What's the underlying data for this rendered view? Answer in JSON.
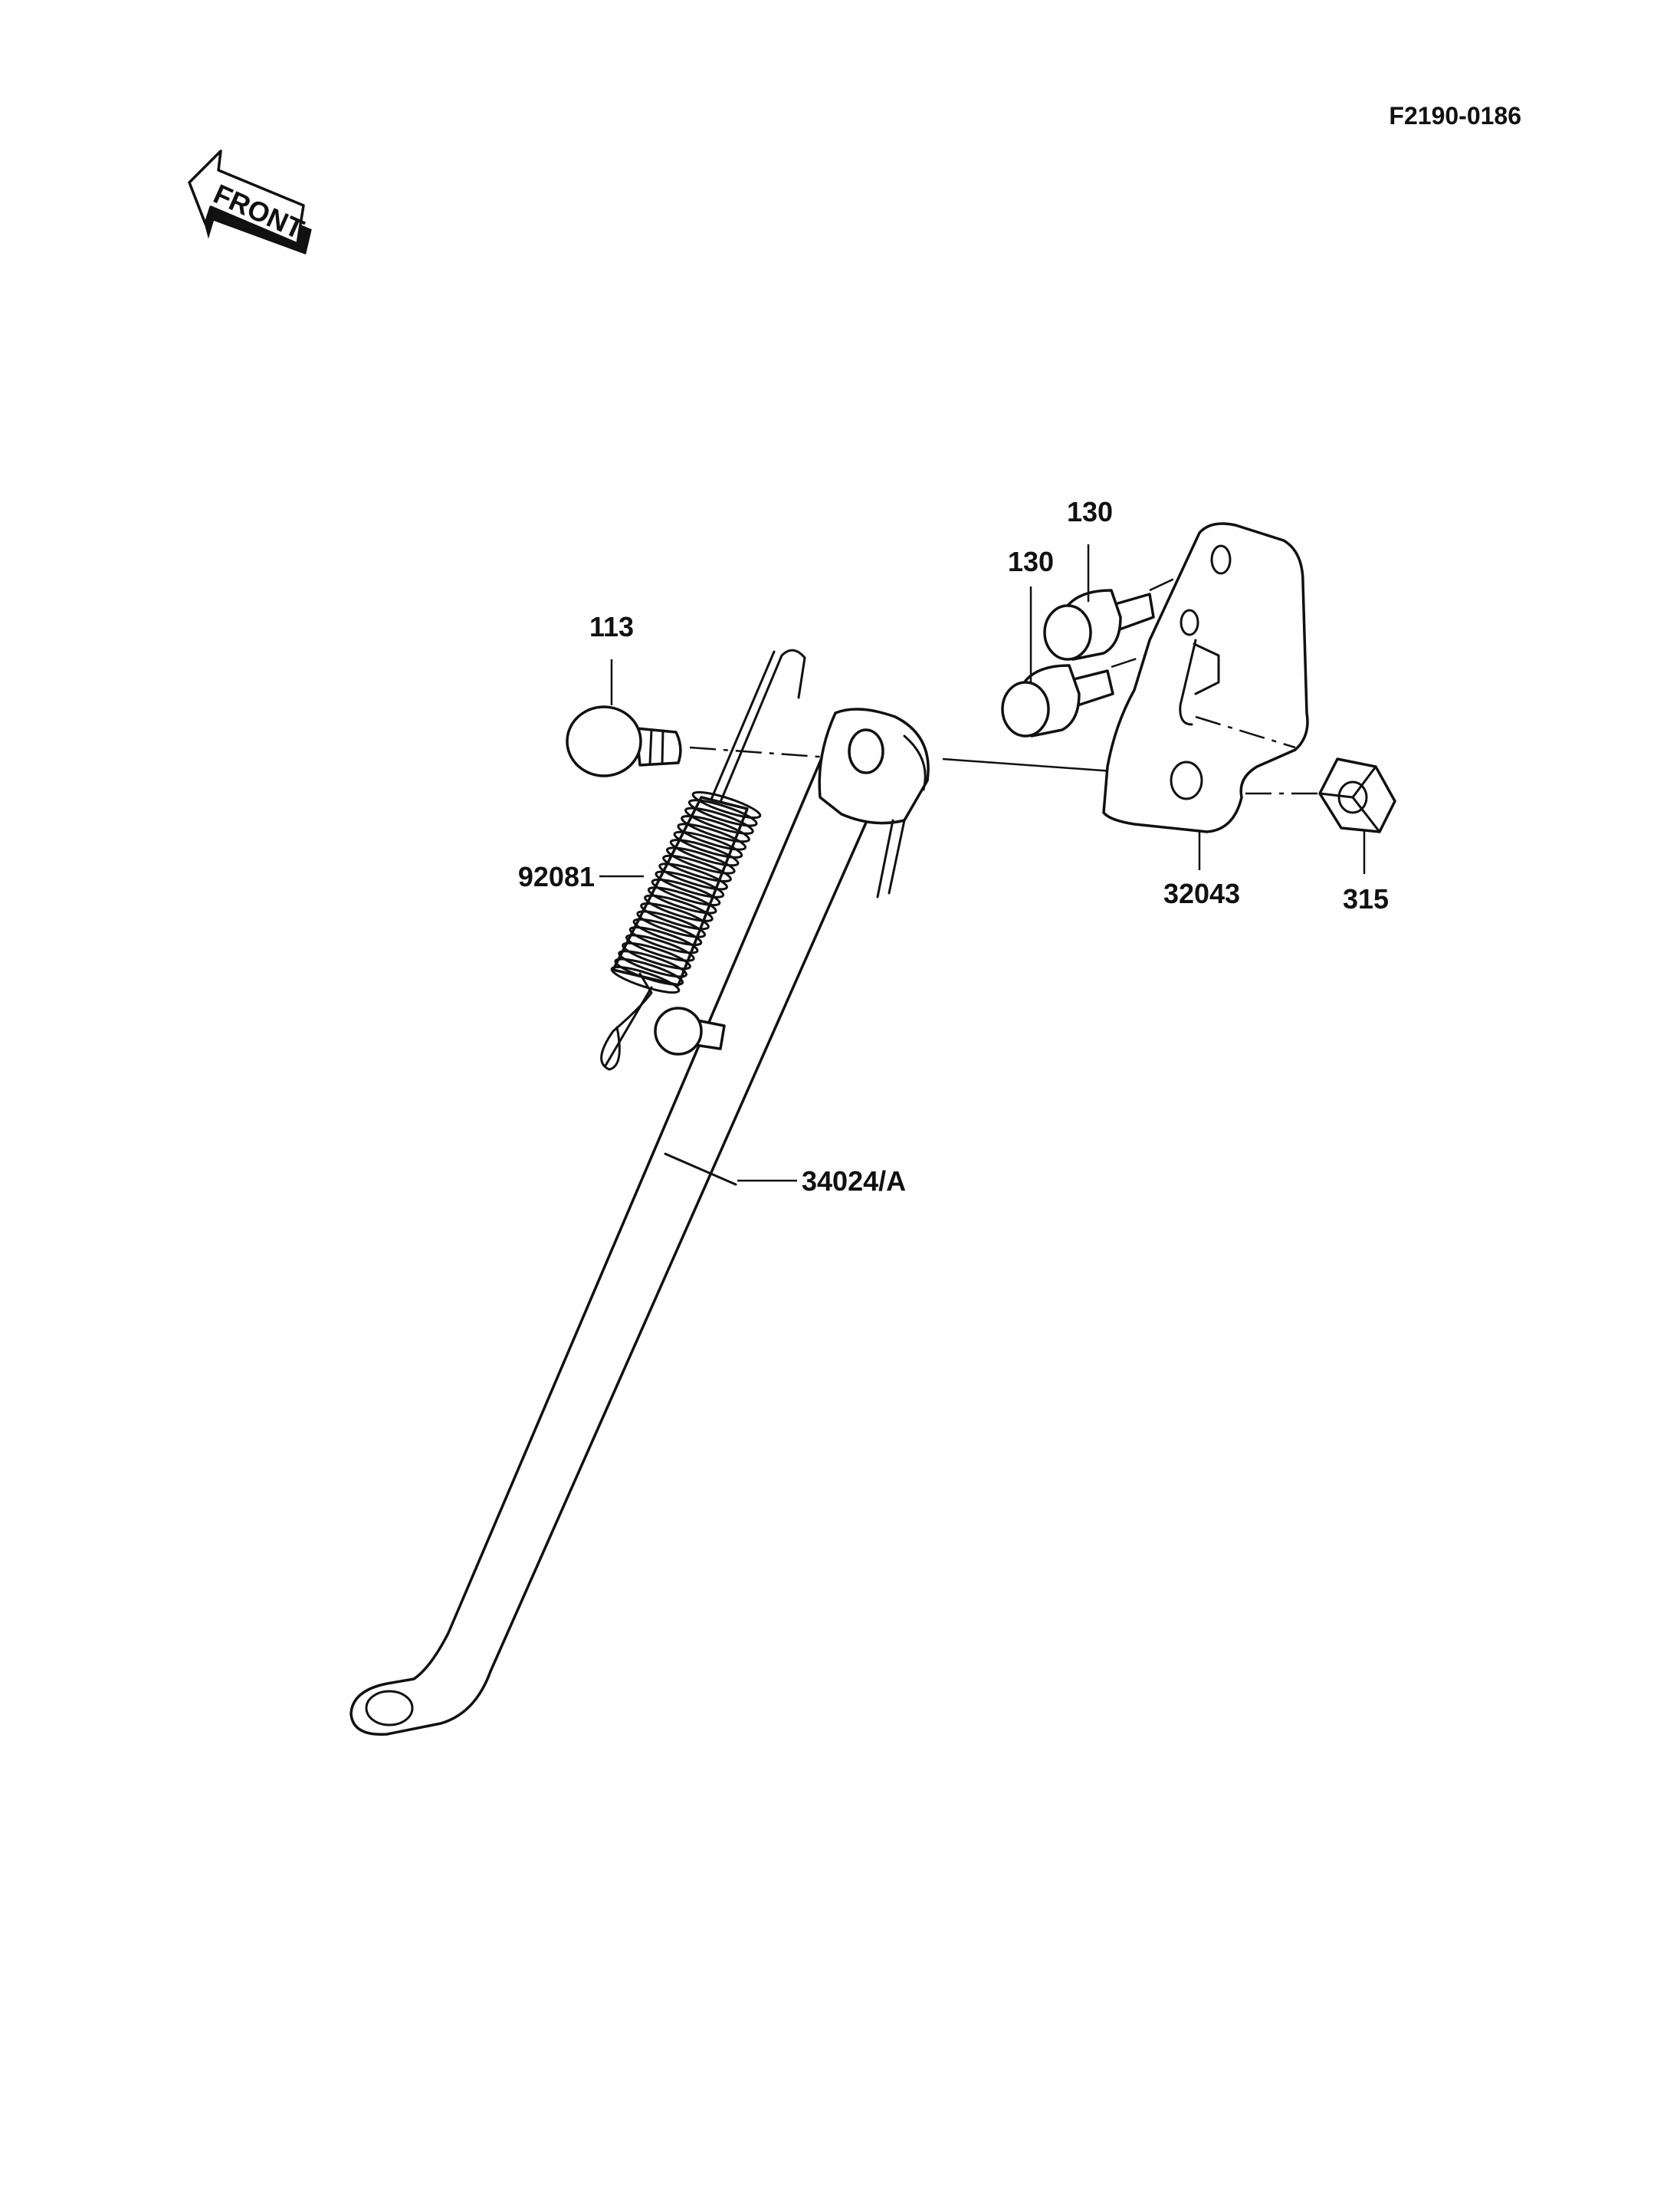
{
  "diagram": {
    "reference_code": "F2190-0186",
    "direction_arrow": {
      "text": "FRONT"
    },
    "callouts": {
      "bolt_113": "113",
      "bolt_130_upper": "130",
      "bolt_130_lower": "130",
      "spring_92081": "92081",
      "bracket_32043": "32043",
      "nut_315": "315",
      "stand_34024a": "34024/A"
    }
  }
}
